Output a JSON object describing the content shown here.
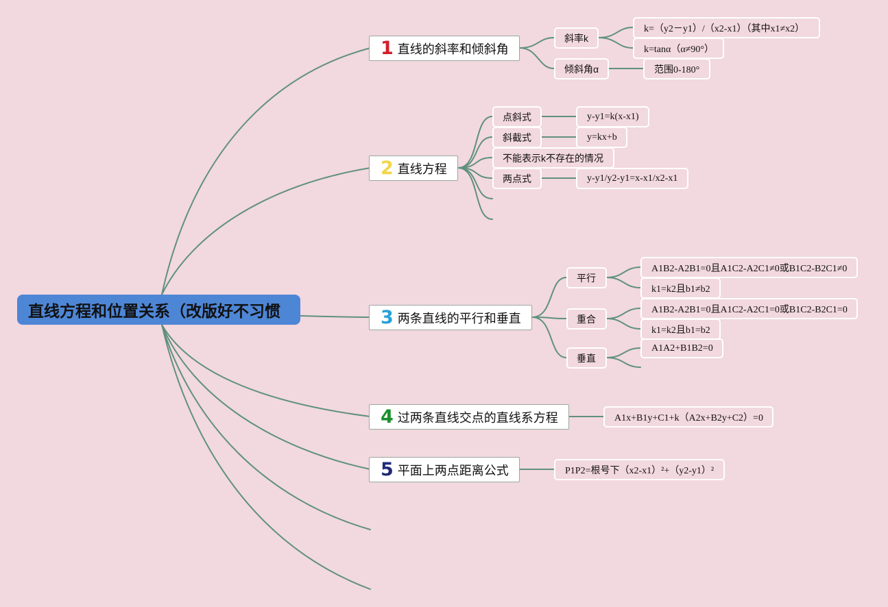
{
  "colors": {
    "background": "#f2d8df",
    "root": "#4e86d6",
    "edge": "#5f9080",
    "num1": "#d21f2c",
    "num2": "#f2d54b",
    "num3": "#2aa0d8",
    "num4": "#1b8f2b",
    "num5": "#1f2a78"
  },
  "root": {
    "label": "直线方程和位置关系（改版好不习惯"
  },
  "topics": {
    "t1": {
      "num": "1",
      "label": "直线的斜率和倾斜角"
    },
    "t2": {
      "num": "2",
      "label": "直线方程"
    },
    "t3": {
      "num": "3",
      "label": "两条直线的平行和垂直"
    },
    "t4": {
      "num": "4",
      "label": "过两条直线交点的直线系方程"
    },
    "t5": {
      "num": "5",
      "label": "平面上两点距离公式"
    }
  },
  "subs": {
    "slope": "斜率k",
    "angle": "倾斜角α",
    "point_slope": "点斜式",
    "slope_intercept": "斜截式",
    "no_k": "不能表示k不存在的情况",
    "two_point": "两点式",
    "parallel": "平行",
    "coincide": "重合",
    "perpendicular": "垂直"
  },
  "leaves": {
    "slope_formula": "k=（y2－y1）/（x2-x1）（其中x1≠x2）",
    "slope_tan": "k=tanα（α≠90°）",
    "angle_range": "范围0-180°",
    "point_slope_eq": "y-y1=k(x-x1)",
    "slope_intercept_eq": "y=kx+b",
    "two_point_eq": "y-y1/y2-y1=x-x1/x2-x1",
    "parallel_cond1": "A1B2-A2B1=0且A1C2-A2C1≠0或B1C2-B2C1≠0",
    "parallel_cond2": "k1=k2且b1≠b2",
    "coincide_cond1": "A1B2-A2B1=0且A1C2-A2C1=0或B1C2-B2C1=0",
    "coincide_cond2": "k1=k2且b1=b2",
    "perp_cond": "A1A2+B1B2=0",
    "line_system": "A1x+B1y+C1+k（A2x+B2y+C2）=0",
    "distance": "P1P2=根号下（x2-x1）²+（y2-y1）²"
  }
}
